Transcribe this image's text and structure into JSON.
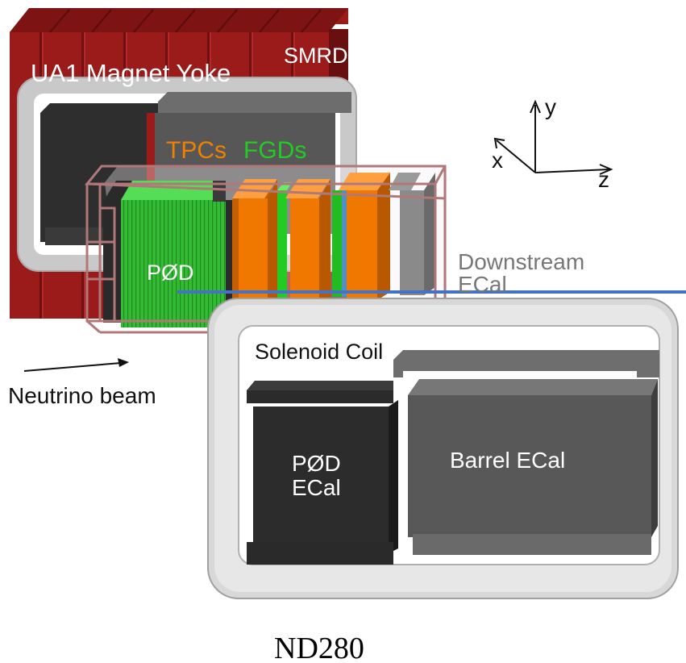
{
  "labels": {
    "magnet_yoke": "UA1 Magnet Yoke",
    "smrd": "SMRD",
    "tpcs": "TPCs",
    "fgds": "FGDs",
    "pod": "PØD",
    "downstream_ecal_line1": "Downstream",
    "downstream_ecal_line2": "ECal",
    "solenoid_coil": "Solenoid Coil",
    "neutrino_beam": "Neutrino beam",
    "pod_ecal_line1": "PØD",
    "pod_ecal_line2": "ECal",
    "barrel_ecal": "Barrel ECal"
  },
  "axes": {
    "x": "x",
    "y": "y",
    "z": "z"
  },
  "caption": "ND280",
  "colors": {
    "yoke_red": "#9b1b1b",
    "coil_gray": "#c8c8c8",
    "tpc_orange": "#f07800",
    "fgd_green": "#22cc22",
    "pod_green": "#33bb33",
    "ecal_dark": "#333333",
    "barrel_gray": "#555555",
    "frame_pink": "#b07878",
    "beam_line_blue": "#4472c4",
    "tpc_label": "#f08000",
    "fgd_label": "#22cc22",
    "downstream_label": "#777777"
  }
}
